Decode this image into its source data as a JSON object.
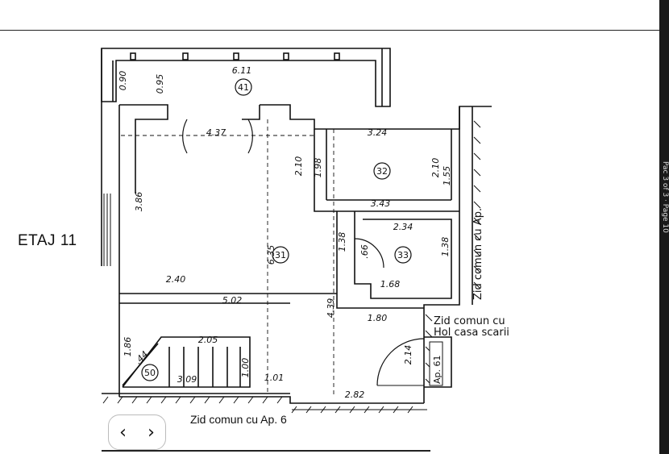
{
  "floor_label": "ETAJ 11",
  "bottom_wall_label": "Zid comun cu Ap. 6",
  "side_wall_label": "Zid comun cu Ap.",
  "hall_wall_label_1": "Zid comun cu",
  "hall_wall_label_2": "Hol casa scarii",
  "apartment_tag": "Ap. 61",
  "edge_text": "Pac 3 of 3 · Page 10",
  "rooms": {
    "balcony": "41",
    "living": "31",
    "bedroom": "32",
    "bath": "33",
    "stairs": "50"
  },
  "dimensions": {
    "d_611": "6.11",
    "d_090": "0.90",
    "d_095": "0.95",
    "d_437": "4.37",
    "d_324": "3.24",
    "d_210a": "2.10",
    "d_198": "1.98",
    "d_210b": "2.10",
    "d_155": "1.55",
    "d_343": "3.43",
    "d_386": "3.86",
    "d_635": "6.35",
    "d_234": "2.34",
    "d_138a": "1.38",
    "d_066": ".66",
    "d_138b": "1.38",
    "d_168": "1.68",
    "d_240": "2.40",
    "d_502": "5.02",
    "d_439": "4.39",
    "d_180": "1.80",
    "d_186": "1.86",
    "d_205": "2.05",
    "d_044": ".44",
    "d_309": "3.09",
    "d_100": "1.00",
    "d_101": "1.01",
    "d_214": "2.14",
    "d_282": "2.82"
  },
  "nav": {
    "prev": "‹",
    "next": "›"
  }
}
